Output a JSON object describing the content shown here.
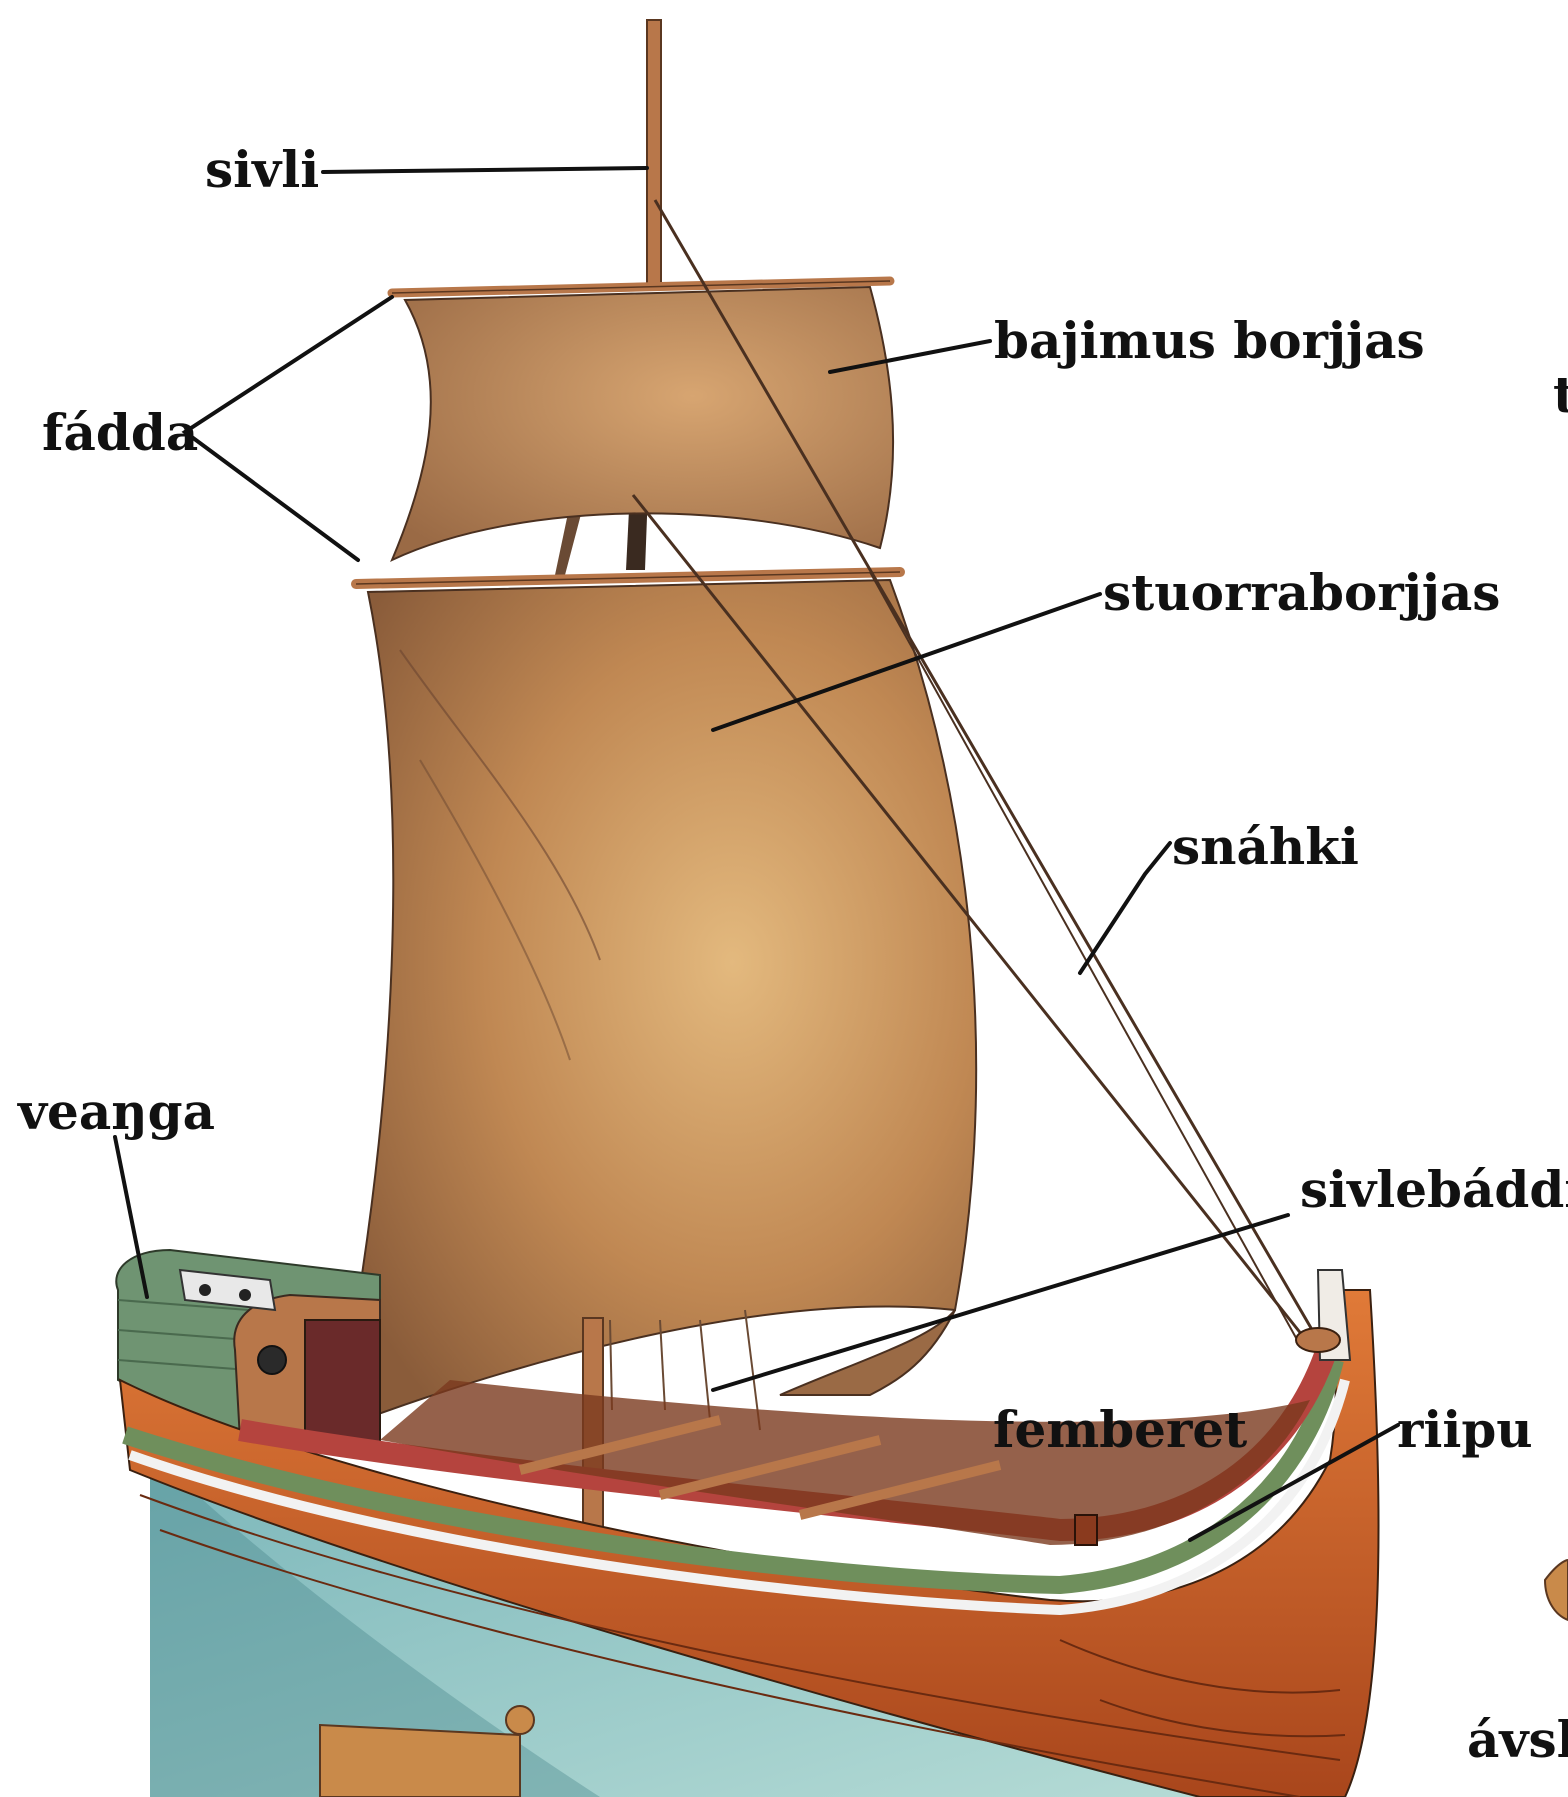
{
  "labels": {
    "sivli": "sivli",
    "fadda": "fádda",
    "bajimus_borjjas": "bajimus borjjas",
    "stuorraborjjas": "stuorraborjjas",
    "snahki": "snáhki",
    "veanga": "veaŋga",
    "sivlebaddi": "sivlebáddi",
    "femberet": "femberet",
    "riipu": "riipu",
    "cut_right_upper": "t",
    "cut_right_lower": "ávsk"
  },
  "colors": {
    "sail_light": "#d9a86a",
    "sail_mid": "#b07a45",
    "sail_dark": "#7a5236",
    "hull_orange": "#d6692c",
    "hull_dark": "#9c3f1a",
    "stripe_green": "#6f8f5c",
    "stripe_red": "#b5443e",
    "deck_green": "#6f9472",
    "wood": "#b8774a",
    "water": "#5fa7aa",
    "leader_line": "#111111",
    "label_text": "#111111"
  },
  "icons": [
    "boat-illustration",
    "sail-icon",
    "mast-icon"
  ]
}
